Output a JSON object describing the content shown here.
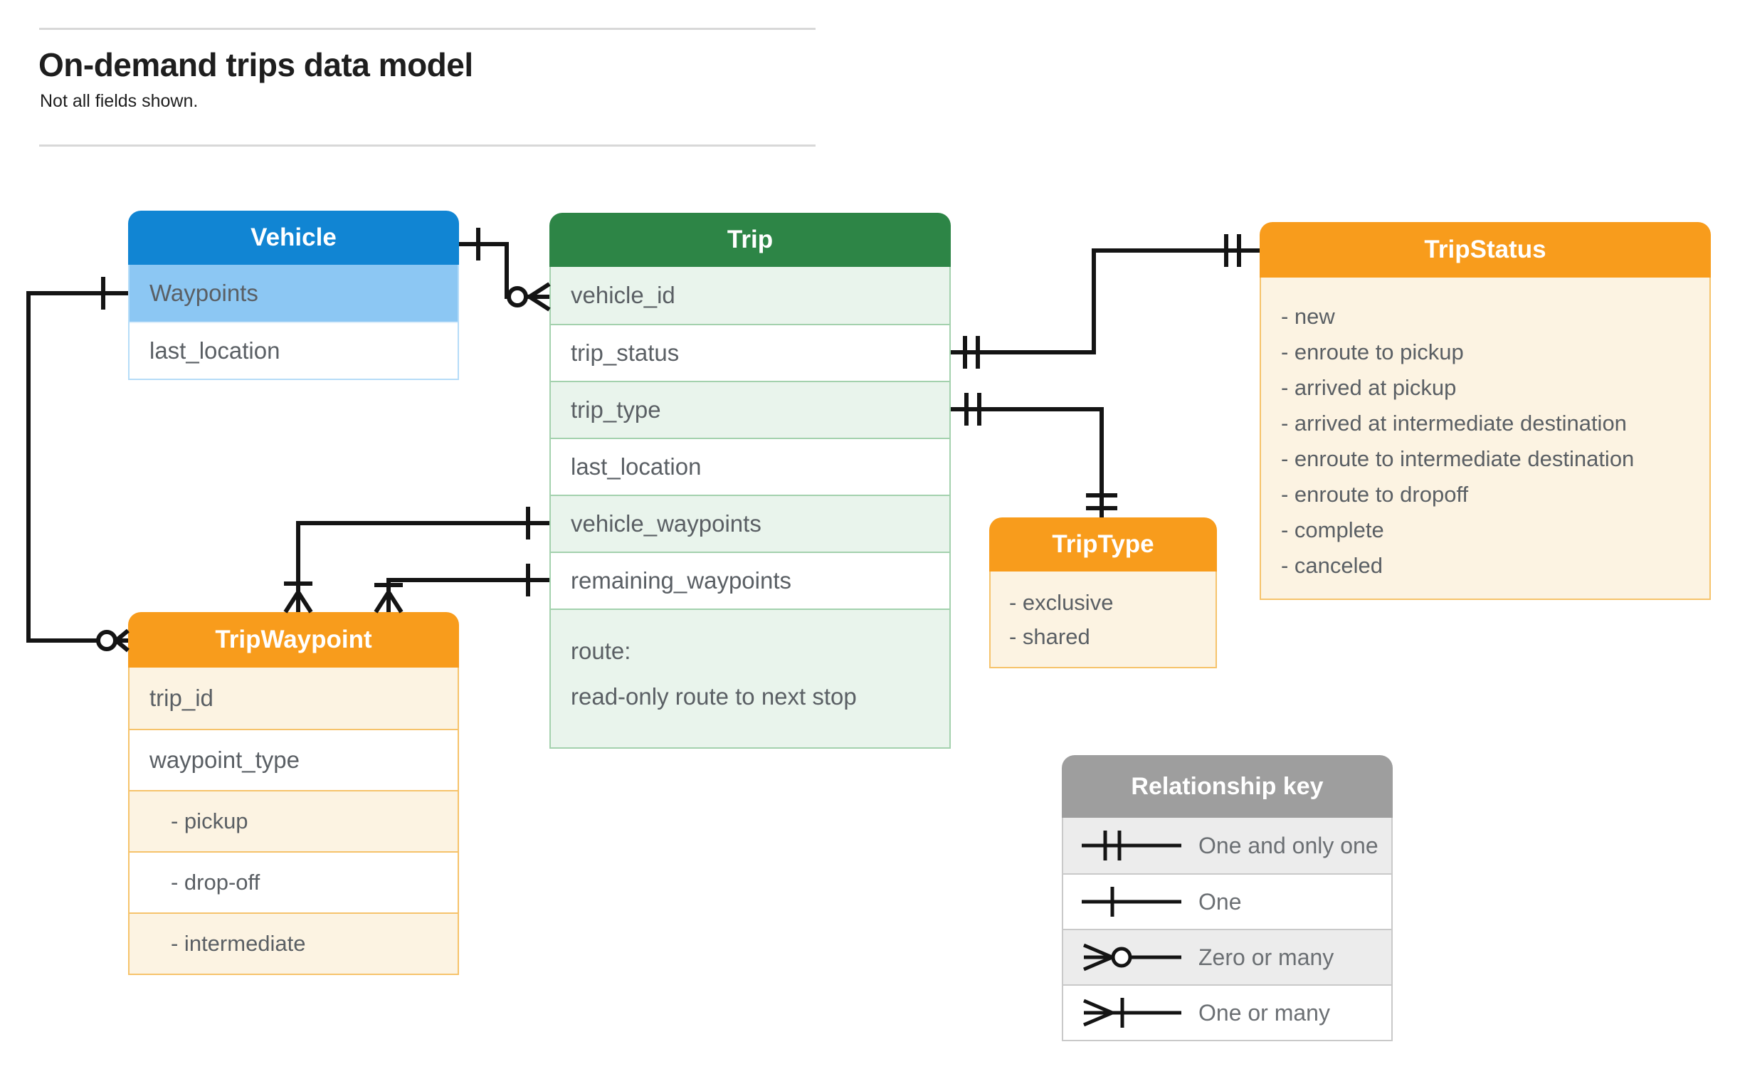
{
  "page": {
    "title": "On-demand trips data model",
    "subtitle": "Not all fields shown."
  },
  "entities": {
    "vehicle": {
      "title": "Vehicle",
      "rows": [
        "Waypoints",
        "last_location"
      ]
    },
    "trip": {
      "title": "Trip",
      "rows": [
        "vehicle_id",
        "trip_status",
        "trip_type",
        "last_location",
        "vehicle_waypoints",
        "remaining_waypoints"
      ],
      "route_line1": "route:",
      "route_line2": "read-only route to next stop"
    },
    "trip_status": {
      "title": "TripStatus",
      "items": [
        "- new",
        "- enroute to pickup",
        "- arrived at pickup",
        "- arrived at intermediate destination",
        "- enroute to intermediate destination",
        "- enroute to dropoff",
        "- complete",
        "- canceled"
      ]
    },
    "trip_type": {
      "title": "TripType",
      "items": [
        "- exclusive",
        "- shared"
      ]
    },
    "trip_waypoint": {
      "title": "TripWaypoint",
      "rows": [
        "trip_id",
        "waypoint_type"
      ],
      "enum_rows": [
        "- pickup",
        "- drop-off",
        "- intermediate"
      ]
    }
  },
  "key": {
    "title": "Relationship key",
    "rows": [
      "One and only one",
      "One",
      "Zero or many",
      "One or many"
    ]
  },
  "relationships": [
    {
      "from": "Vehicle",
      "to": "Trip.vehicle_id",
      "from_cardinality": "one",
      "to_cardinality": "zero or many"
    },
    {
      "from": "Vehicle.Waypoints",
      "to": "TripWaypoint",
      "from_cardinality": "one",
      "to_cardinality": "zero or many"
    },
    {
      "from": "Trip.trip_status",
      "to": "TripStatus",
      "from_cardinality": "one and only one",
      "to_cardinality": "one and only one"
    },
    {
      "from": "Trip.trip_type",
      "to": "TripType",
      "from_cardinality": "one and only one",
      "to_cardinality": "one and only one"
    },
    {
      "from": "Trip.vehicle_waypoints",
      "to": "TripWaypoint",
      "from_cardinality": "one",
      "to_cardinality": "one or many"
    },
    {
      "from": "Trip.remaining_waypoints",
      "to": "TripWaypoint",
      "from_cardinality": "one",
      "to_cardinality": "one or many"
    }
  ],
  "colors": {
    "vehicle_header": "#1185d3",
    "vehicle_highlight_row": "#8cc7f3",
    "trip_header": "#2d8546",
    "trip_row": "#e9f4ec",
    "orange_header": "#f89c1c",
    "orange_row": "#fcf3e2",
    "key_header": "#9e9e9e",
    "key_row": "#ececec",
    "connector": "#141414",
    "body_text": "#5a5f64"
  }
}
